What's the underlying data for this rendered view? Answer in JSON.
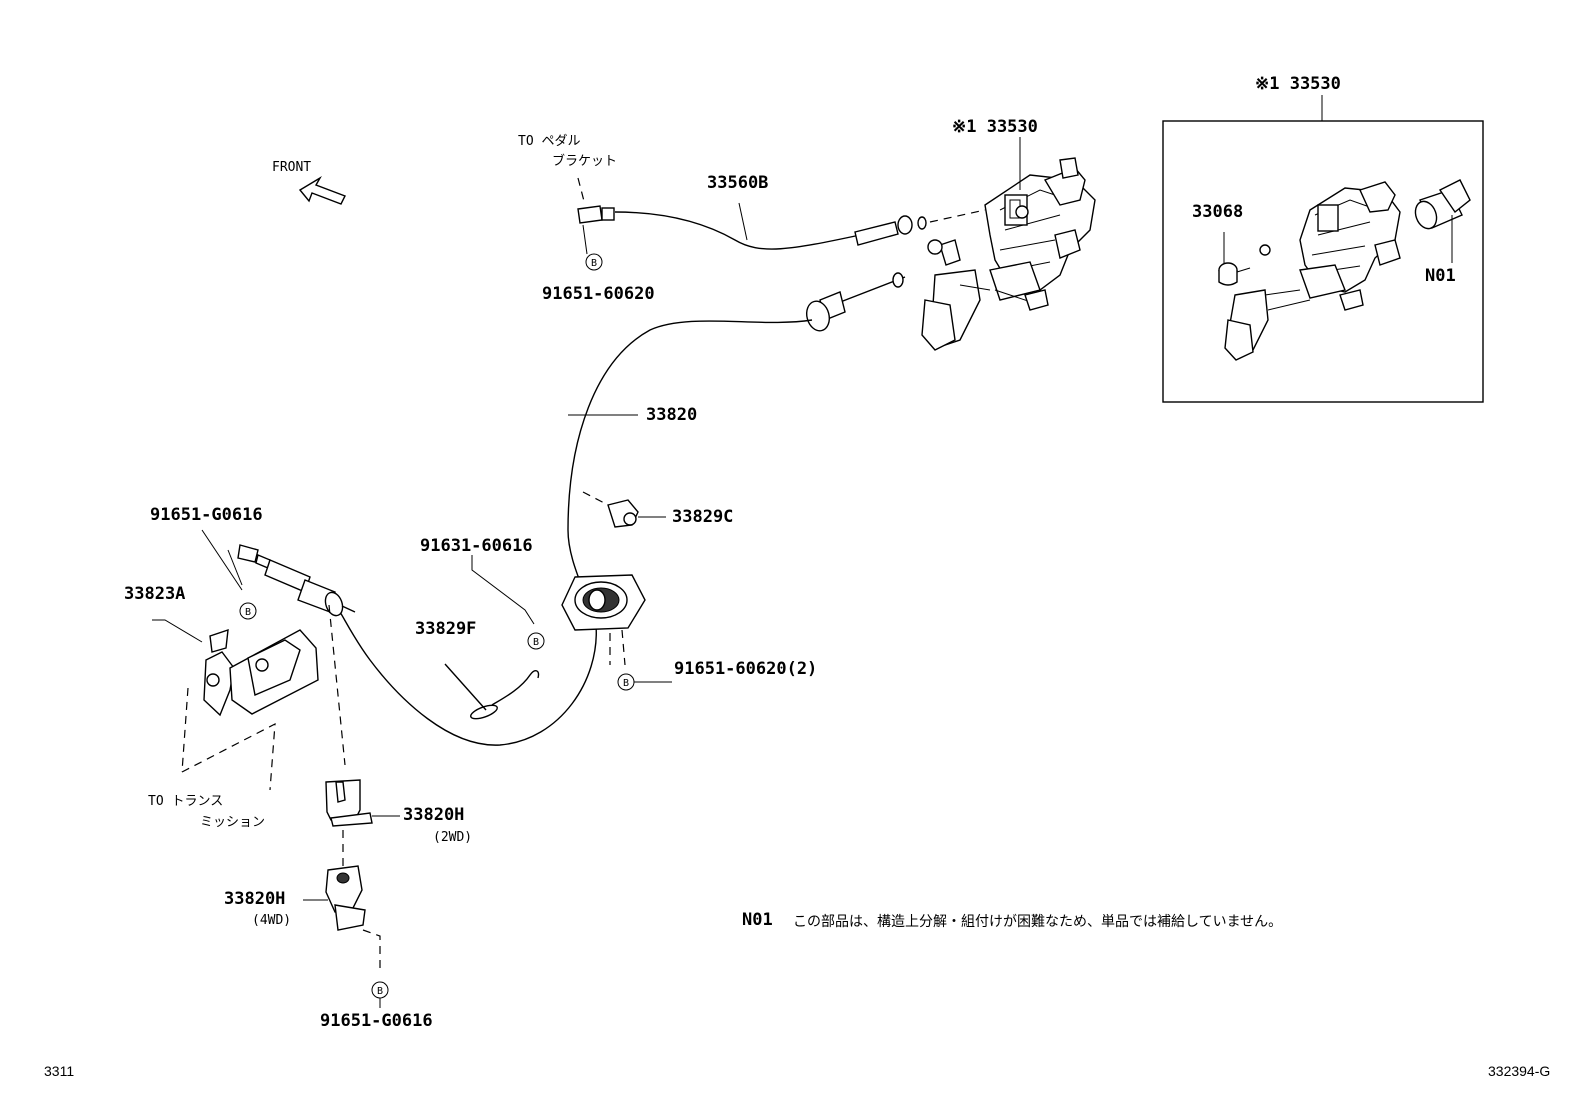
{
  "front_label": "FRONT",
  "to_pedal_line1": "TO ペダル",
  "to_pedal_line2": "ブラケット",
  "to_trans_line1": "TO トランス",
  "to_trans_line2": "ミッション",
  "bolt_marker": "B",
  "callouts": {
    "p33530_main": "※1 33530",
    "p33530_box": "※1 33530",
    "p33560B": "33560B",
    "p91651_60620_top": "91651-60620",
    "p33820": "33820",
    "p33829C": "33829C",
    "p91651_G0616_left": "91651-G0616",
    "p33823A": "33823A",
    "p91631_60616": "91631-60616",
    "p33829F": "33829F",
    "p91651_60620_2": "91651-60620(2)",
    "p33820H_2wd": "33820H",
    "p2wd": "(2WD)",
    "p33820H_4wd": "33820H",
    "p4wd": "(4WD)",
    "p91651_G0616_bottom": "91651-G0616",
    "p33068": "33068",
    "pN01": "N01"
  },
  "note": {
    "code": "N01",
    "text": "この部品は、構造上分解・組付けが困難なため、単品では補給していません。"
  },
  "footer_left": "3311",
  "footer_right": "332394-G"
}
